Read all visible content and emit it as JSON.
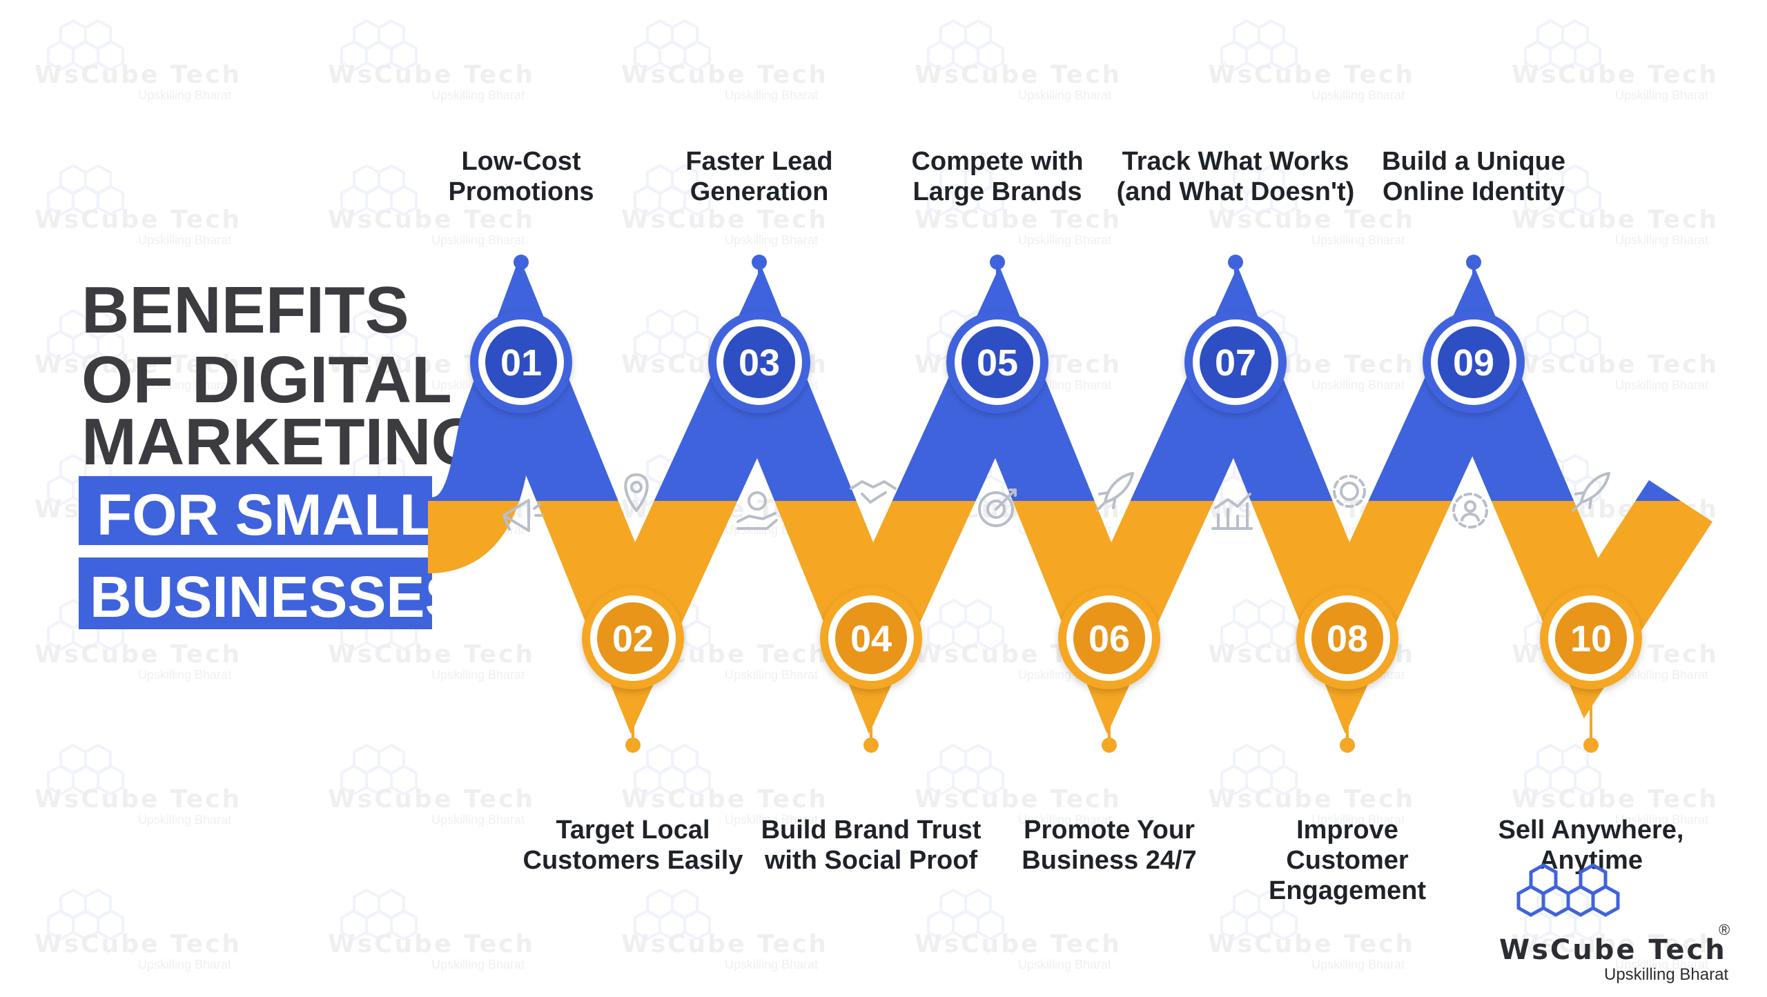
{
  "title": {
    "line1": "BENEFITS",
    "line2": "OF DIGITAL",
    "line3": "MARKETING",
    "line4": "FOR SMALL",
    "line5": "BUSINESSES"
  },
  "colors": {
    "blue": "#3f63dd",
    "blue_dark": "#2e4ec4",
    "orange": "#f5a623",
    "orange_dark": "#e8951a",
    "text": "#1f2328",
    "title": "#3b3b40",
    "icon": "#b9bec9"
  },
  "steps": [
    {
      "number": "01",
      "label_lines": [
        "Low-Cost",
        "Promotions"
      ],
      "color": "blue",
      "icon": "megaphone-icon"
    },
    {
      "number": "02",
      "label_lines": [
        "Target Local",
        "Customers Easily"
      ],
      "color": "orange",
      "icon": "location-pin-icon"
    },
    {
      "number": "03",
      "label_lines": [
        "Faster Lead",
        "Generation"
      ],
      "color": "blue",
      "icon": "hand-money-icon"
    },
    {
      "number": "04",
      "label_lines": [
        "Build Brand Trust",
        "with Social Proof"
      ],
      "color": "orange",
      "icon": "handshake-icon"
    },
    {
      "number": "05",
      "label_lines": [
        "Compete with",
        "Large Brands"
      ],
      "color": "blue",
      "icon": "target-icon"
    },
    {
      "number": "06",
      "label_lines": [
        "Promote Your",
        "Business 24/7"
      ],
      "color": "orange",
      "icon": "rocket-icon"
    },
    {
      "number": "07",
      "label_lines": [
        "Track What Works",
        "(and What Doesn't)"
      ],
      "color": "blue",
      "icon": "bar-chart-icon"
    },
    {
      "number": "08",
      "label_lines": [
        "Improve",
        "Customer",
        "Engagement"
      ],
      "color": "orange",
      "icon": "gear-icon"
    },
    {
      "number": "09",
      "label_lines": [
        "Build a Unique",
        "Online Identity"
      ],
      "color": "blue",
      "icon": "user-gear-icon"
    },
    {
      "number": "10",
      "label_lines": [
        "Sell Anywhere,",
        "Anytime"
      ],
      "color": "orange",
      "icon": "rocket-icon"
    }
  ],
  "logo": {
    "name": "WsCube Tech",
    "tagline": "Upskilling Bharat",
    "reg": "®"
  },
  "watermark": {
    "name": "WsCube Tech",
    "tagline": "Upskilling Bharat"
  }
}
